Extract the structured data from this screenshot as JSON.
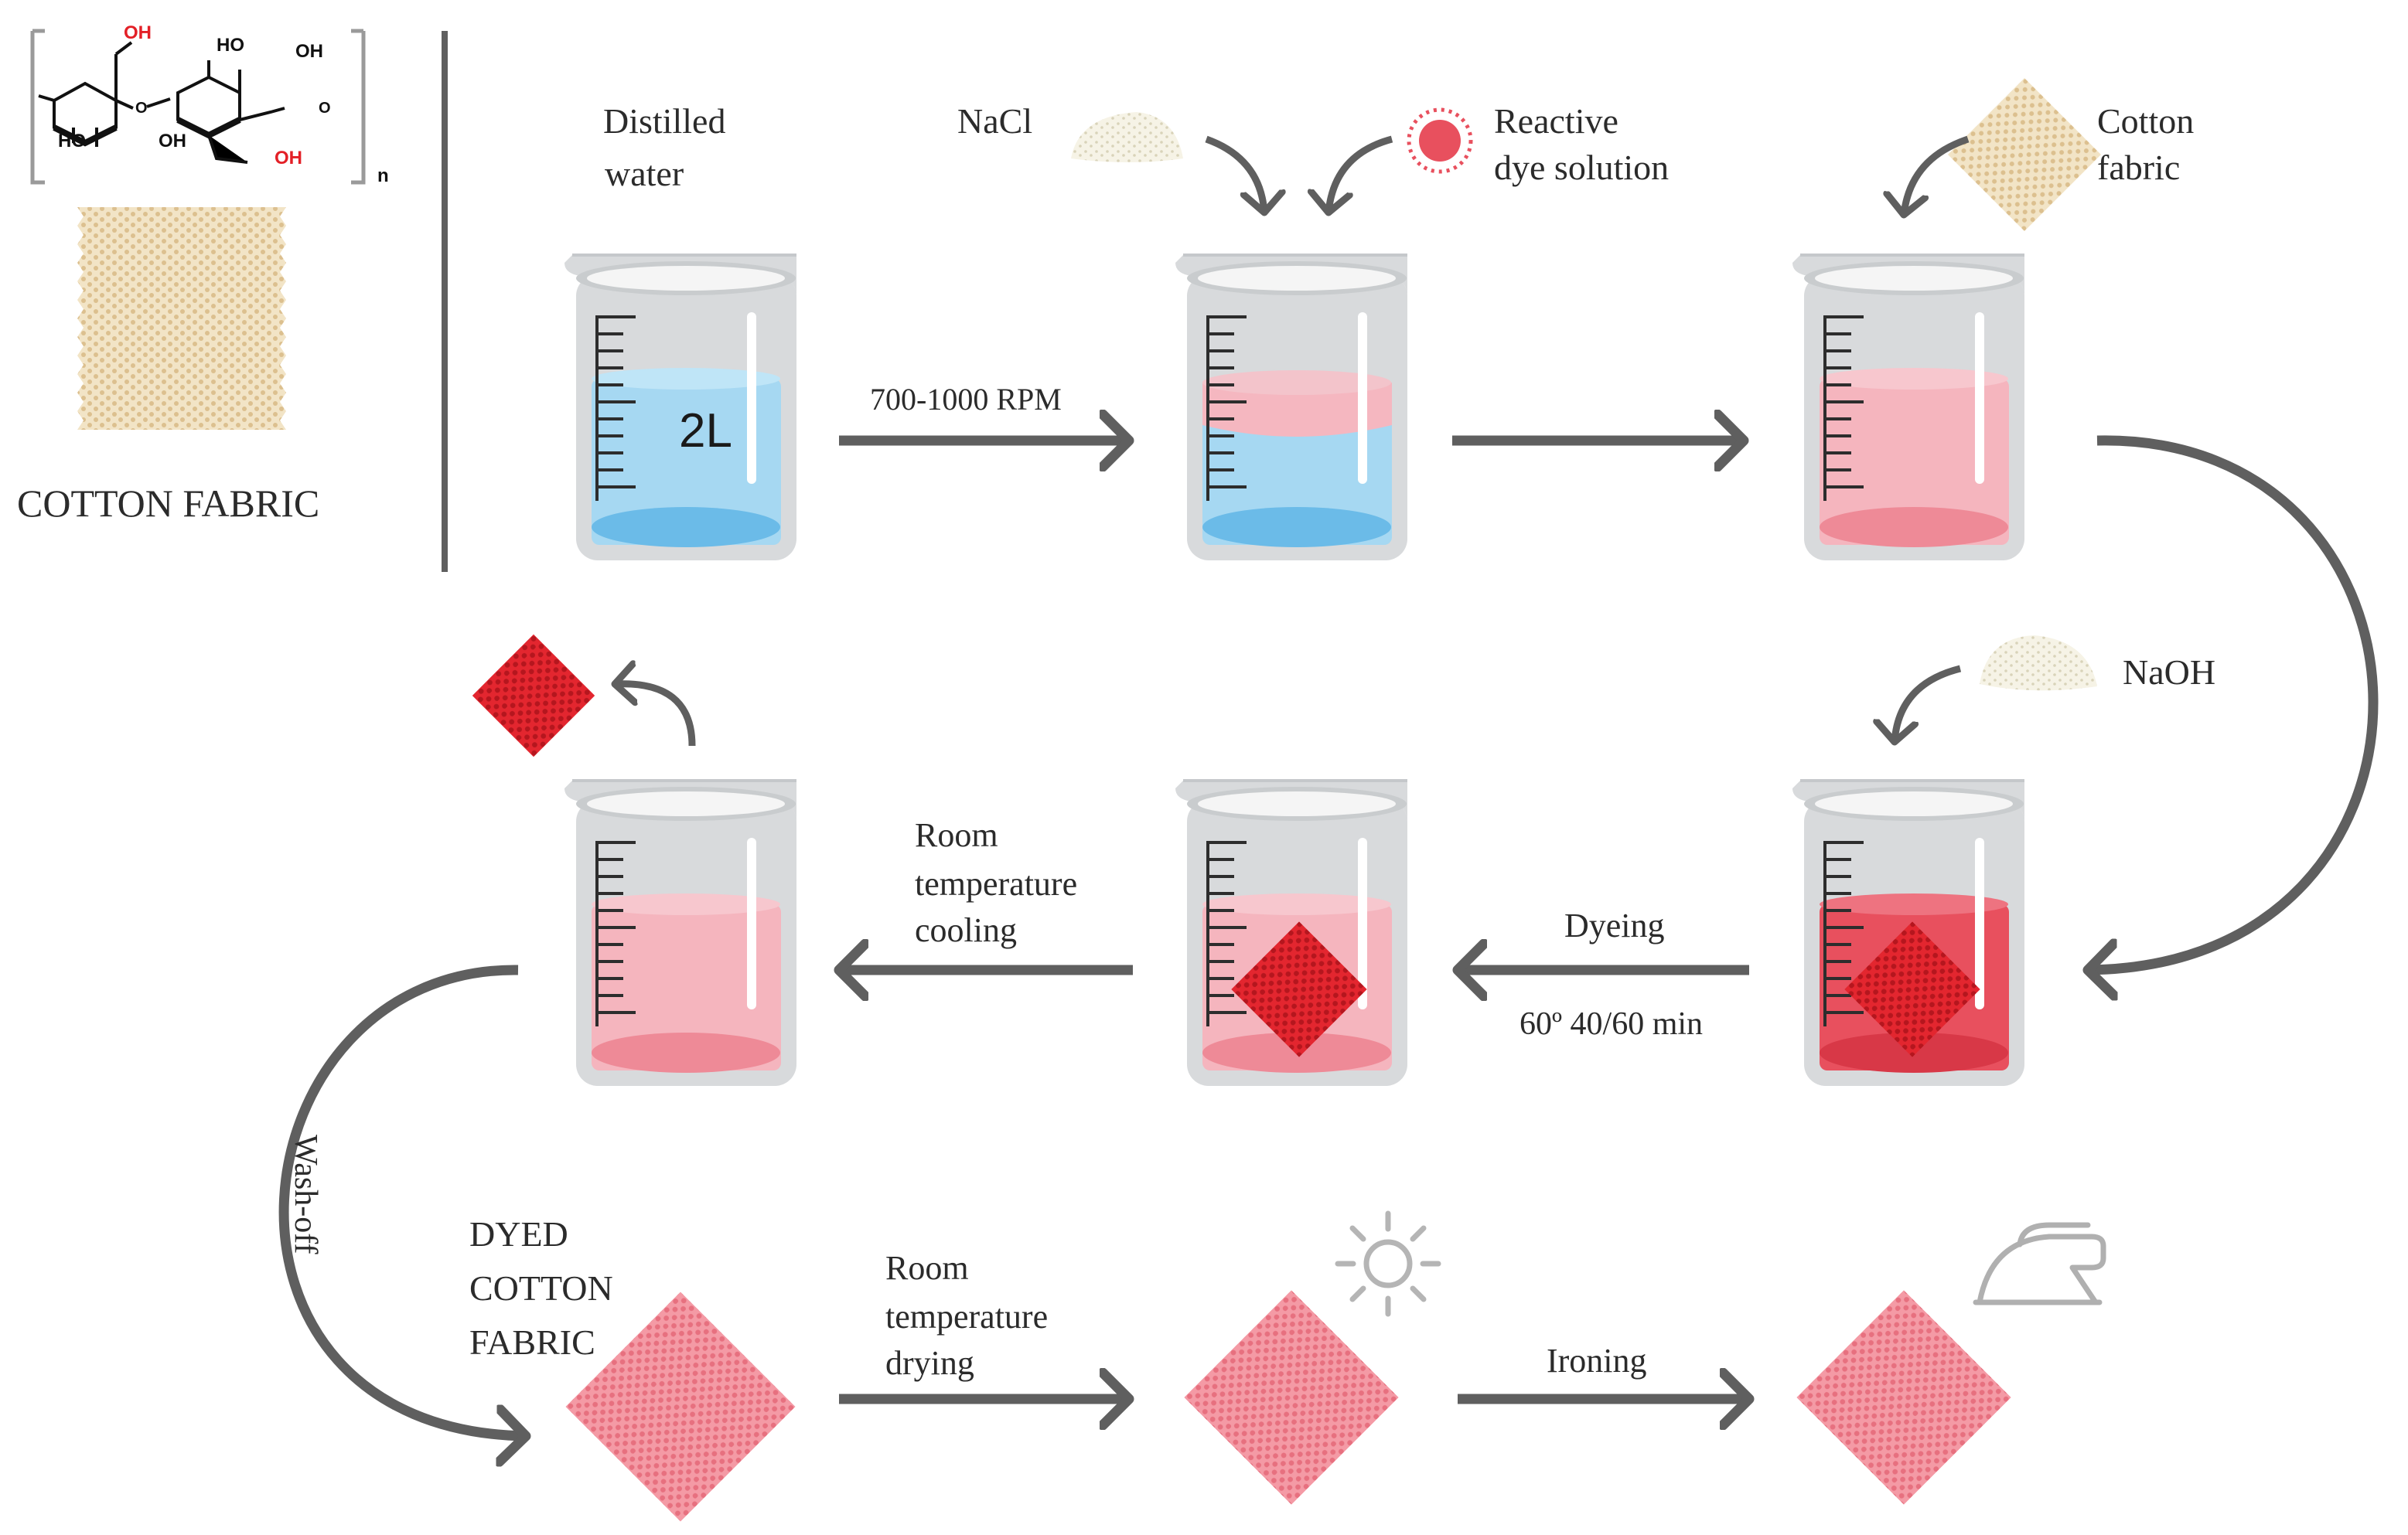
{
  "structure": {
    "oh_labels": [
      "OH",
      "HO",
      "OH",
      "HO",
      "OH",
      "OH"
    ],
    "repeat_index": "n",
    "title": "COTTON FABRIC"
  },
  "step1": {
    "label_line1": "Distilled",
    "label_line2": "water",
    "volume": "2L",
    "arrow_label": "700-1000 RPM"
  },
  "step2": {
    "salt": "NaCl",
    "dye_line1": "Reactive",
    "dye_line2": "dye solution"
  },
  "step3": {
    "fabric_line1": "Cotton",
    "fabric_line2": "fabric"
  },
  "step4": {
    "alkali": "NaOH",
    "dyeing": "Dyeing",
    "conditions": "60º 40/60 min"
  },
  "step5": {
    "cooling_line1": "Room",
    "cooling_line2": "temperature",
    "cooling_line3": "cooling"
  },
  "step6": {
    "wash": "Wash-off",
    "dyed_line1": "DYED",
    "dyed_line2": "COTTON",
    "dyed_line3": "FABRIC",
    "drying_line1": "Room",
    "drying_line2": "temperature",
    "drying_line3": "drying",
    "ironing": "Ironing"
  },
  "colors": {
    "arrow": "#5f5f5f",
    "beaker": "#d4d6d8",
    "water": "#a6d8f2",
    "dye_light": "#f2a4b0",
    "dye_dark": "#e8505e",
    "fabric_beige": "#e8d3a8",
    "fabric_red": "#e3262f",
    "fabric_pink": "#f1828f",
    "hydroxyl": "#e32027"
  },
  "icons": [
    "sun-icon",
    "iron-icon",
    "dye-drop-icon",
    "powder-heap-icon"
  ]
}
